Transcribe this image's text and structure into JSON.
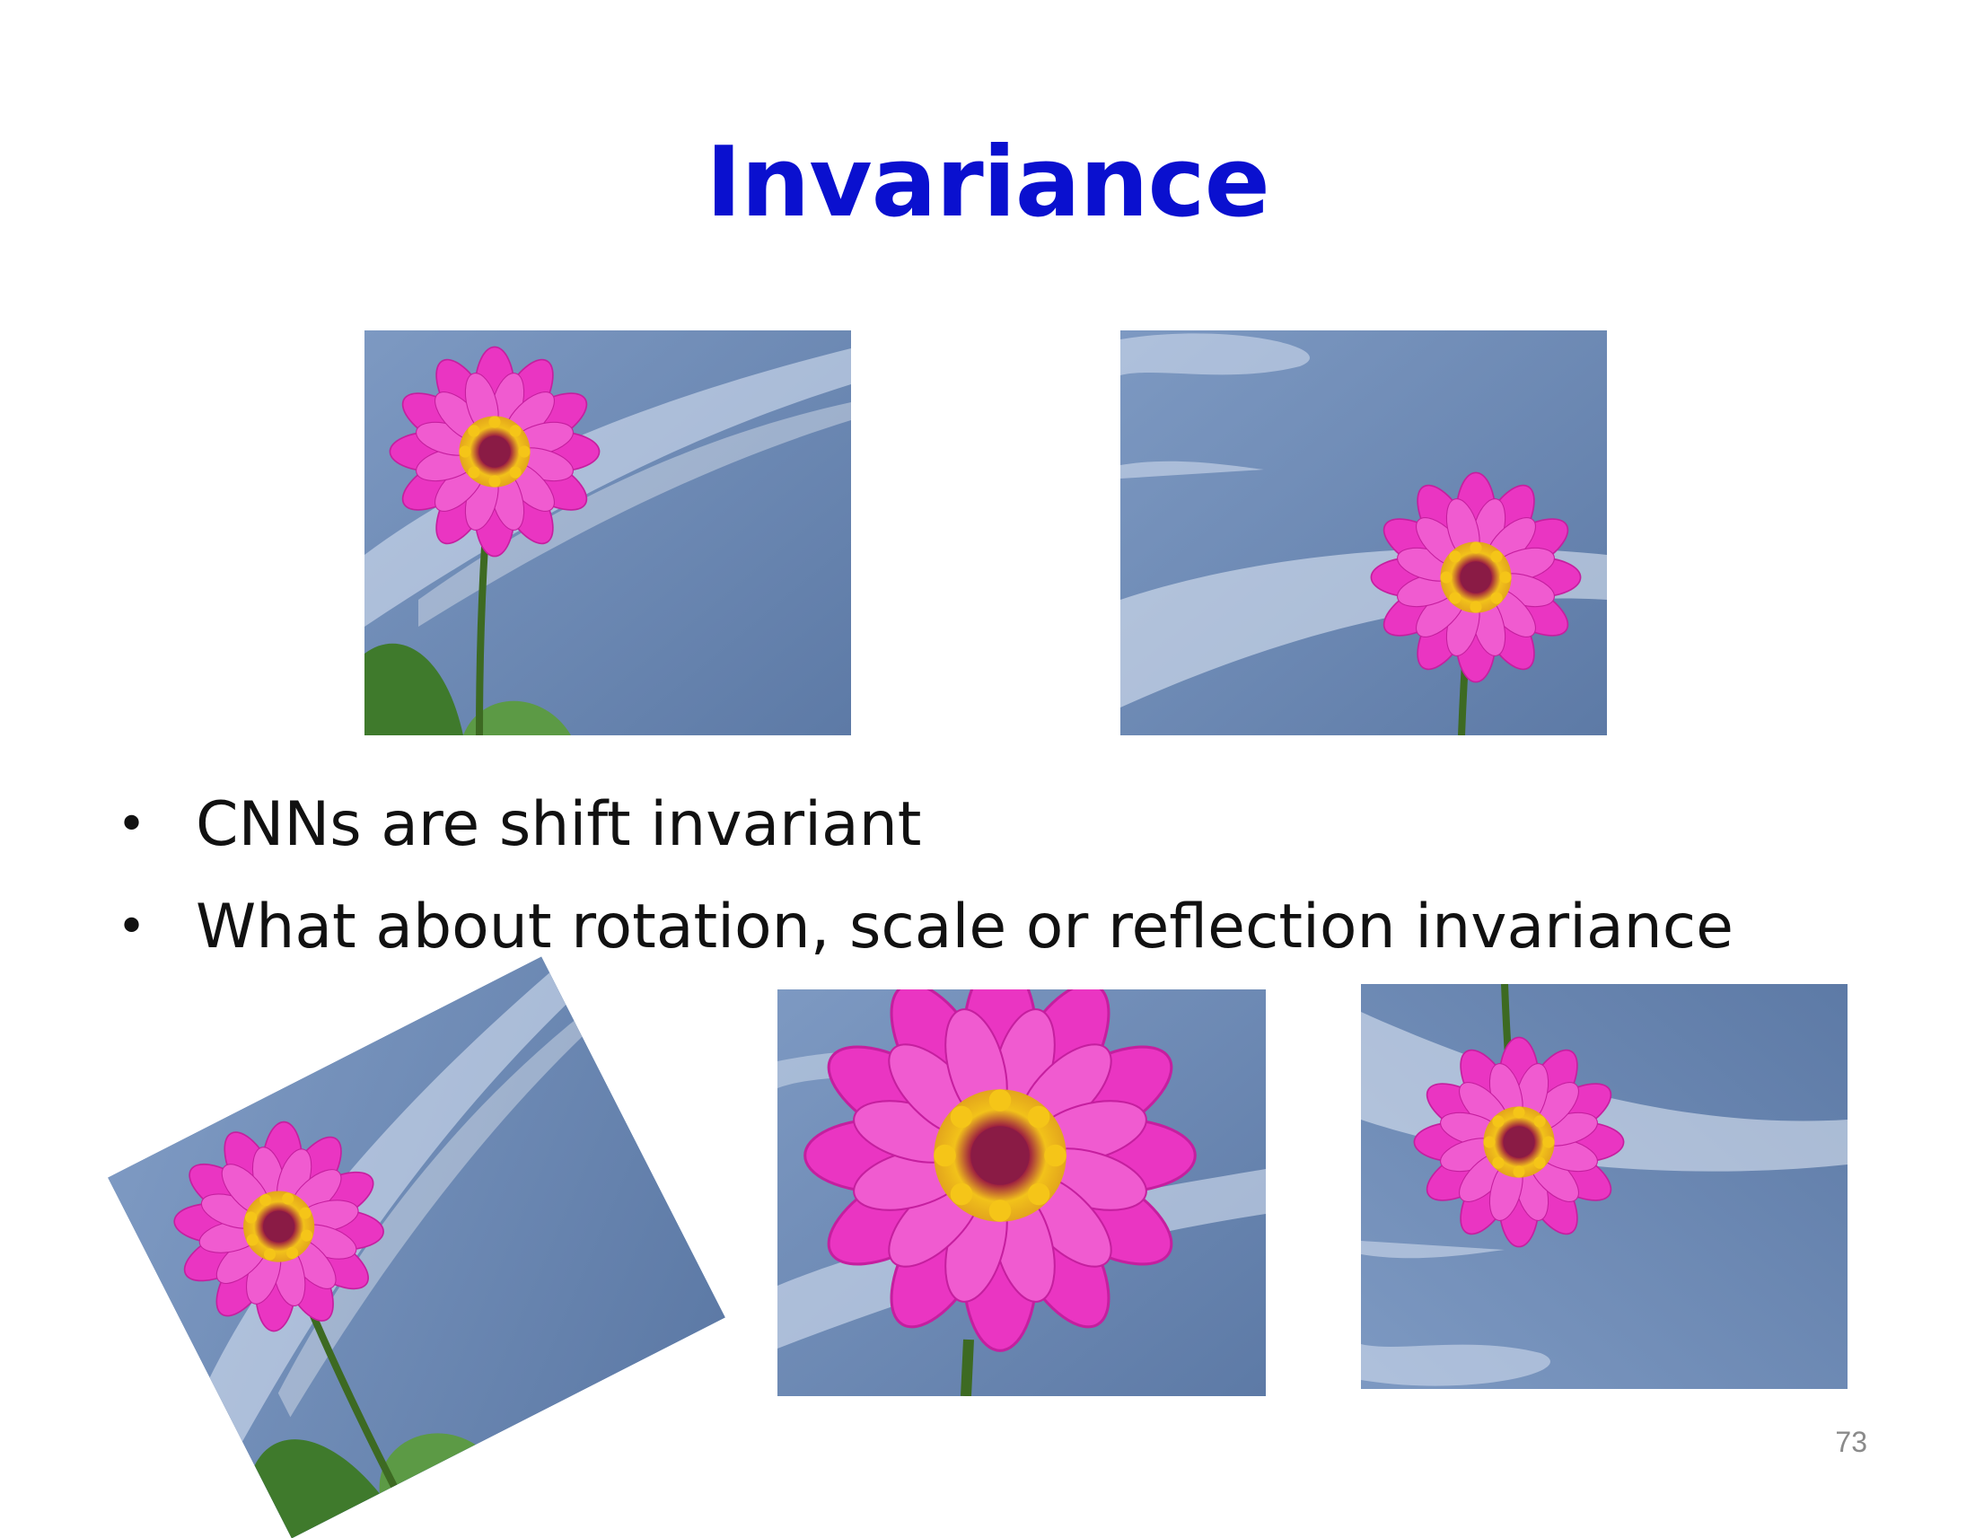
{
  "slide": {
    "title": "Invariance",
    "bullets": [
      "CNNs are shift invariant",
      "What about rotation, scale or reflection invariance"
    ],
    "page_number": "73"
  },
  "images": [
    {
      "name": "flower-original",
      "depicts": "pink zinnia flower against blue sky"
    },
    {
      "name": "flower-shifted",
      "depicts": "pink zinnia flower against blue sky"
    },
    {
      "name": "flower-rotated",
      "depicts": "pink zinnia flower against blue sky"
    },
    {
      "name": "flower-scaled",
      "depicts": "pink zinnia flower against blue sky"
    },
    {
      "name": "flower-reflected",
      "depicts": "pink zinnia flower against blue sky"
    }
  ],
  "colors": {
    "title": "#0a10cf",
    "sky": "#6a86b0",
    "petal": "#ea35c2",
    "flower_center": "#d6a81a",
    "leaf": "#4a8a36"
  }
}
